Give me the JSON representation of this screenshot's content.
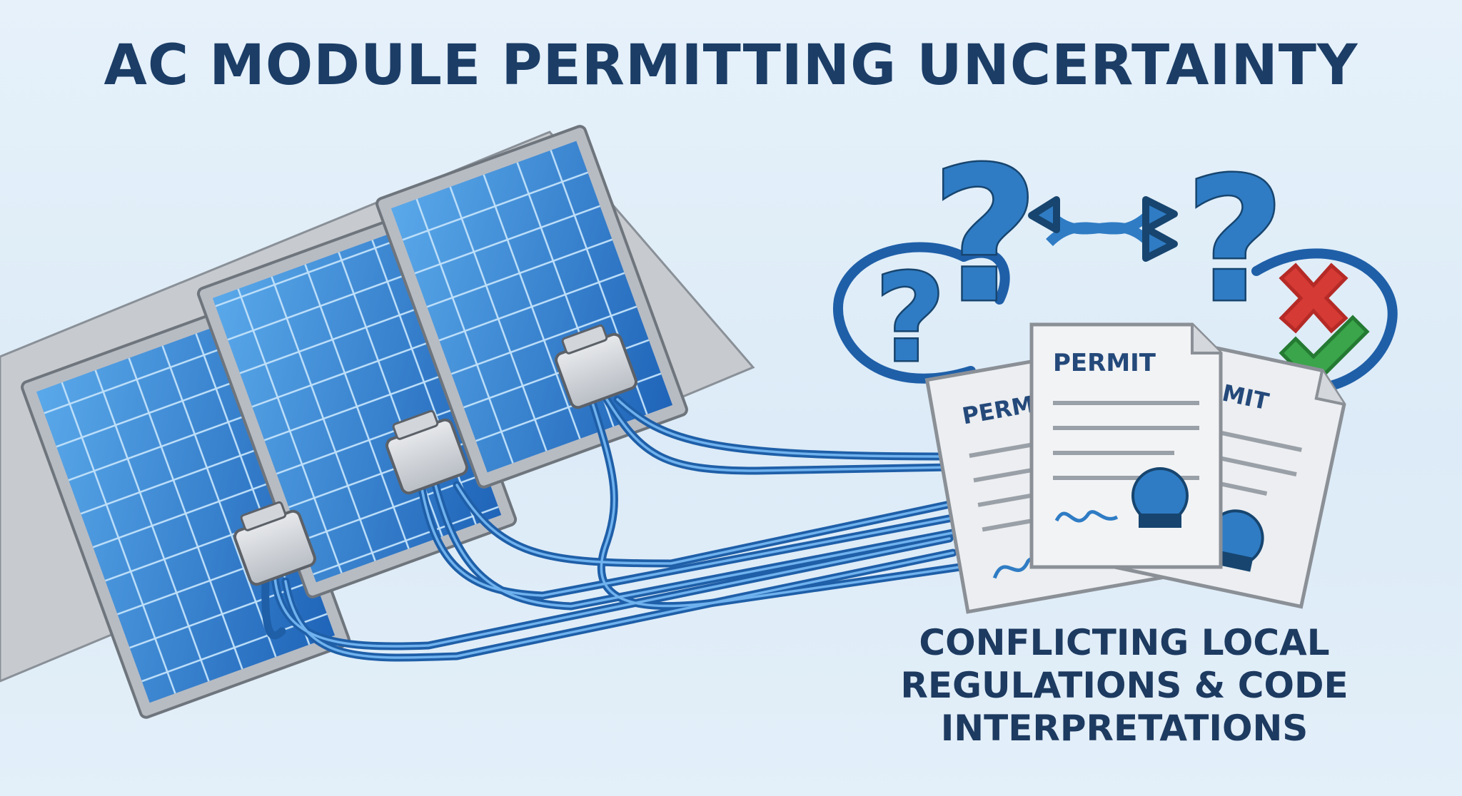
{
  "title": "AC MODULE PERMITTING UNCERTAINTY",
  "caption": {
    "line1": "CONFLICTING LOCAL",
    "line2": "REGULATIONS & CODE",
    "line3": "INTERPRETATIONS"
  },
  "permits": [
    {
      "label": "PERMIT"
    },
    {
      "label": "PERMIT"
    },
    {
      "label": "PERMIT"
    }
  ],
  "icons": {
    "question_large_left": "question-mark-icon",
    "question_small_left": "question-mark-icon",
    "question_large_right": "question-mark-icon",
    "arrows": "crossing-arrows-icon",
    "reject": "red-x-icon",
    "approve": "green-check-icon"
  },
  "colors": {
    "title": "#1b3d66",
    "panel_blue": "#2f7fd0",
    "cable_blue": "#2a6fb8",
    "accent_red": "#d63a35",
    "accent_green": "#3aa54a"
  }
}
